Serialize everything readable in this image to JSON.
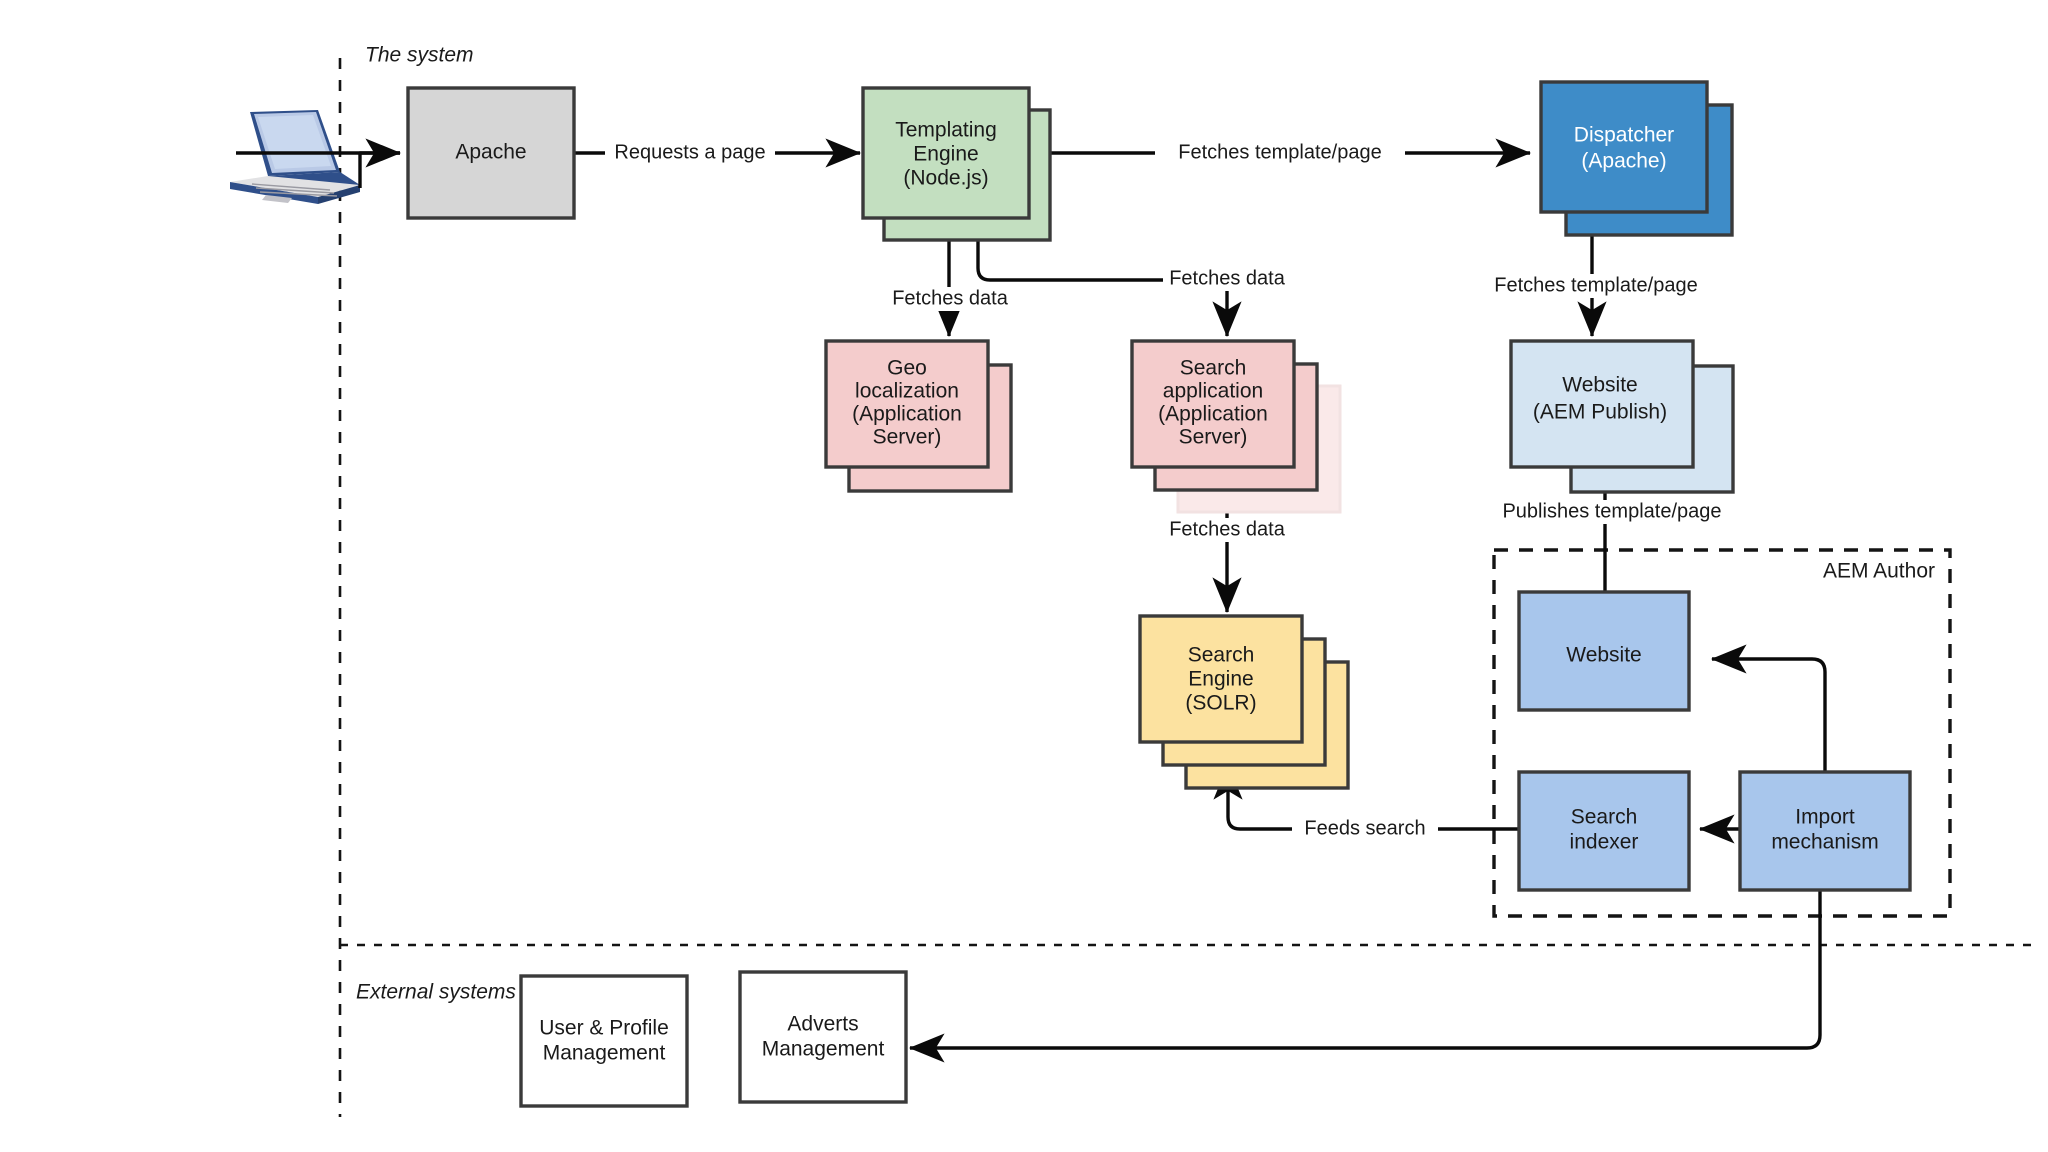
{
  "diagram": {
    "title_zones": [
      {
        "id": "the-system",
        "label": "The system"
      },
      {
        "id": "external-systems",
        "label": "External systems"
      },
      {
        "id": "aem-author",
        "label": "AEM Author"
      }
    ],
    "colors": {
      "gray_fill": "#D6D6D6",
      "green_fill": "#C3DFC0",
      "pink_fill": "#F4CCCC",
      "pink_ghost": "#FAE9E9",
      "yellow_fill": "#FCE2A0",
      "blue_strong_fill": "#3E8CC8",
      "blue_light_fill": "#D4E4F2",
      "blue_mid_fill": "#A8C6EC",
      "white_fill": "#FFFFFF",
      "stroke": "#3A3A3A",
      "line": "#0A0A0A",
      "text": "#1A1A1A",
      "text_light": "#FFFFFF"
    },
    "nodes": [
      {
        "id": "client-laptop",
        "kind": "icon",
        "icon": "laptop-icon",
        "label": ""
      },
      {
        "id": "apache",
        "kind": "box",
        "label": "Apache",
        "lines": [
          "Apache"
        ],
        "fill": "gray_fill",
        "stacked": 0
      },
      {
        "id": "templating-engine",
        "kind": "box",
        "label": "Templating Engine (Node.js)",
        "lines": [
          "Templating",
          "Engine",
          "(Node.js)"
        ],
        "fill": "green_fill",
        "stacked": 1
      },
      {
        "id": "dispatcher",
        "kind": "box",
        "label": "Dispatcher (Apache)",
        "lines": [
          "Dispatcher",
          "(Apache)"
        ],
        "fill": "blue_strong_fill",
        "stacked": 1,
        "text_color": "text_light"
      },
      {
        "id": "geo-localization",
        "kind": "box",
        "label": "Geo localization (Application Server)",
        "lines": [
          "Geo",
          "localization",
          "(Application",
          "Server)"
        ],
        "fill": "pink_fill",
        "stacked": 1
      },
      {
        "id": "search-application",
        "kind": "box",
        "label": "Search application (Application Server)",
        "lines": [
          "Search",
          "application",
          "(Application",
          "Server)"
        ],
        "fill": "pink_fill",
        "stacked": 2
      },
      {
        "id": "website-aem-publish",
        "kind": "box",
        "label": "Website (AEM Publish)",
        "lines": [
          "Website",
          "(AEM Publish)"
        ],
        "fill": "blue_light_fill",
        "stacked": 1
      },
      {
        "id": "search-engine-solr",
        "kind": "box",
        "label": "Search Engine (SOLR)",
        "lines": [
          "Search",
          "Engine",
          "(SOLR)"
        ],
        "fill": "yellow_fill",
        "stacked": 2
      },
      {
        "id": "author-website",
        "kind": "box",
        "label": "Website",
        "lines": [
          "Website"
        ],
        "fill": "blue_mid_fill",
        "stacked": 0
      },
      {
        "id": "search-indexer",
        "kind": "box",
        "label": "Search indexer",
        "lines": [
          "Search",
          "indexer"
        ],
        "fill": "blue_mid_fill",
        "stacked": 0
      },
      {
        "id": "import-mechanism",
        "kind": "box",
        "label": "Import mechanism",
        "lines": [
          "Import",
          "mechanism"
        ],
        "fill": "blue_mid_fill",
        "stacked": 0
      },
      {
        "id": "user-profile-management",
        "kind": "box",
        "label": "User & Profile Management",
        "lines": [
          "User & Profile",
          "Management"
        ],
        "fill": "white_fill",
        "stacked": 0
      },
      {
        "id": "adverts-management",
        "kind": "box",
        "label": "Adverts Management",
        "lines": [
          "Adverts",
          "Management"
        ],
        "fill": "white_fill",
        "stacked": 0
      }
    ],
    "edges": [
      {
        "id": "client-to-apache",
        "from": "client-laptop",
        "to": "apache",
        "label": ""
      },
      {
        "id": "apache-to-templating",
        "from": "apache",
        "to": "templating-engine",
        "label": "Requests a page"
      },
      {
        "id": "templating-to-dispatcher",
        "from": "templating-engine",
        "to": "dispatcher",
        "label": "Fetches template/page"
      },
      {
        "id": "templating-to-geo",
        "from": "templating-engine",
        "to": "geo-localization",
        "label": "Fetches data"
      },
      {
        "id": "templating-to-search-app",
        "from": "templating-engine",
        "to": "search-application",
        "label": "Fetches data"
      },
      {
        "id": "dispatcher-to-website",
        "from": "dispatcher",
        "to": "website-aem-publish",
        "label": "Fetches template/page"
      },
      {
        "id": "search-app-to-solr",
        "from": "search-application",
        "to": "search-engine-solr",
        "label": "Fetches data"
      },
      {
        "id": "author-website-to-publish",
        "from": "author-website",
        "to": "website-aem-publish",
        "label": "Publishes template/page"
      },
      {
        "id": "indexer-to-solr",
        "from": "search-indexer",
        "to": "search-engine-solr",
        "label": "Feeds search"
      },
      {
        "id": "import-to-author-website",
        "from": "import-mechanism",
        "to": "author-website",
        "label": ""
      },
      {
        "id": "import-to-indexer",
        "from": "import-mechanism",
        "to": "search-indexer",
        "label": ""
      },
      {
        "id": "import-to-adverts",
        "from": "import-mechanism",
        "to": "adverts-management",
        "label": ""
      }
    ],
    "labels": {
      "requests_a_page": "Requests a page",
      "fetches_template_page_top": "Fetches template/page",
      "fetches_template_page_right": "Fetches template/page",
      "fetches_data_geo": "Fetches data",
      "fetches_data_search_app": "Fetches data",
      "fetches_data_solr": "Fetches data",
      "publishes_template_page": "Publishes template/page",
      "feeds_search": "Feeds search"
    },
    "node_text": {
      "apache": "Apache",
      "templating_1": "Templating",
      "templating_2": "Engine",
      "templating_3": "(Node.js)",
      "dispatcher_1": "Dispatcher",
      "dispatcher_2": "(Apache)",
      "geo_1": "Geo",
      "geo_2": "localization",
      "geo_3": "(Application",
      "geo_4": "Server)",
      "searchapp_1": "Search",
      "searchapp_2": "application",
      "searchapp_3": "(Application",
      "searchapp_4": "Server)",
      "publish_1": "Website",
      "publish_2": "(AEM Publish)",
      "solr_1": "Search",
      "solr_2": "Engine",
      "solr_3": "(SOLR)",
      "author_website": "Website",
      "indexer_1": "Search",
      "indexer_2": "indexer",
      "import_1": "Import",
      "import_2": "mechanism",
      "upm_1": "User & Profile",
      "upm_2": "Management",
      "adverts_1": "Adverts",
      "adverts_2": "Management"
    }
  }
}
